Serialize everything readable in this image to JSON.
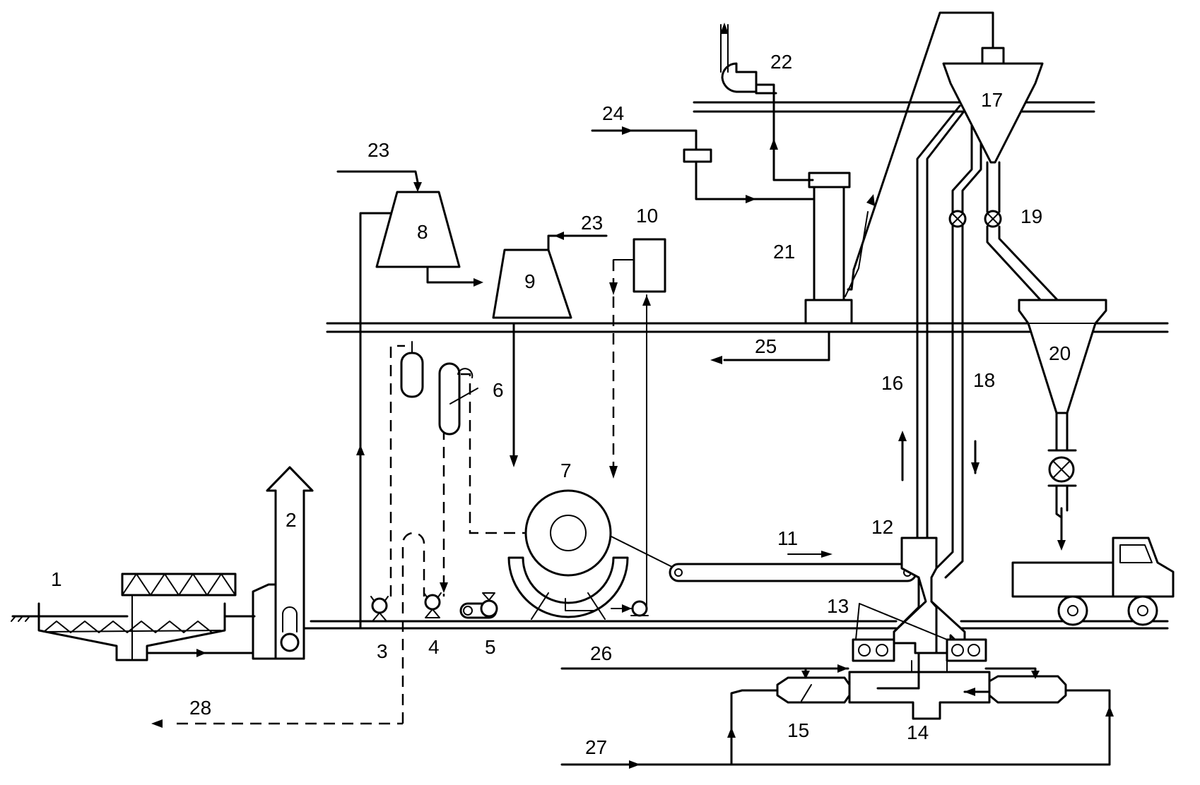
{
  "labels": {
    "n1": "1",
    "n2": "2",
    "n3": "3",
    "n4": "4",
    "n5": "5",
    "n6": "6",
    "n7": "7",
    "n8": "8",
    "n9": "9",
    "n10": "10",
    "n11": "11",
    "n12": "12",
    "n13": "13",
    "n14": "14",
    "n15": "15",
    "n16": "16",
    "n17": "17",
    "n18": "18",
    "n19": "19",
    "n20": "20",
    "n21": "21",
    "n22": "22",
    "n23a": "23",
    "n23b": "23",
    "n24": "24",
    "n25": "25",
    "n26": "26",
    "n27": "27",
    "n28": "28"
  }
}
